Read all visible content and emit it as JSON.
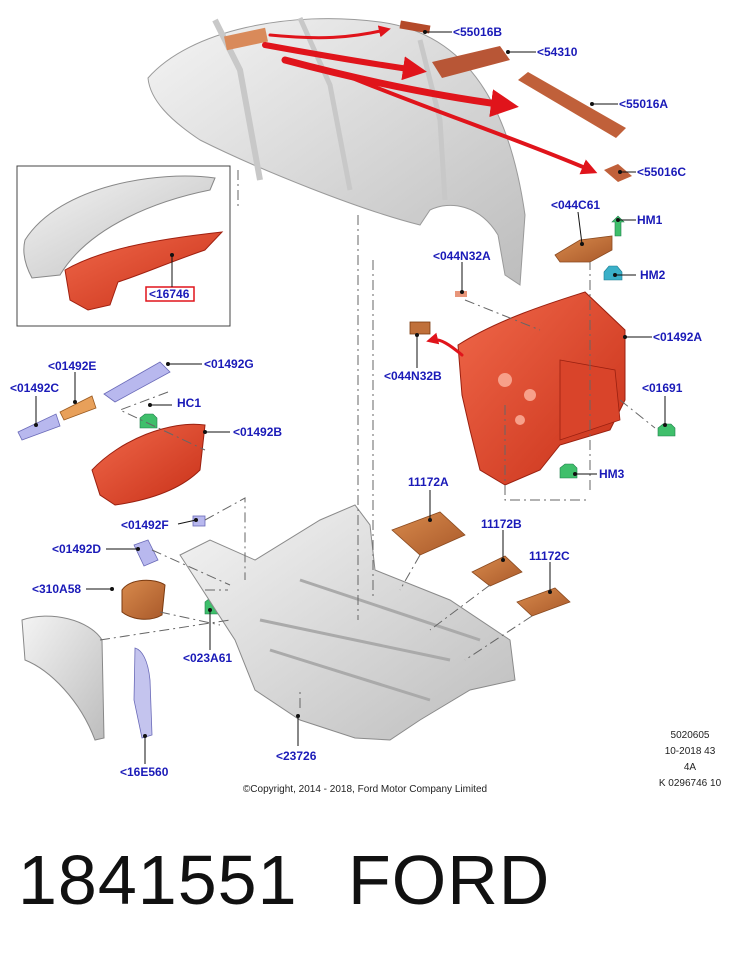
{
  "callouts": {
    "c55016B": "<55016B",
    "c54310": "<54310",
    "c55016A": "<55016A",
    "c55016C": "<55016C",
    "c044C61": "<044C61",
    "cHM1": "HM1",
    "cHM2": "HM2",
    "c044N32A": "<044N32A",
    "c16746": "<16746",
    "c01492A": "<01492A",
    "c044N32B": "<044N32B",
    "c01691": "<01691",
    "cHM3": "HM3",
    "c01492E": "<01492E",
    "c01492G": "<01492G",
    "c01492C": "<01492C",
    "cHC1": "HC1",
    "c01492B": "<01492B",
    "c11172A": "11172A",
    "c11172B": "11172B",
    "c11172C": "11172C",
    "c01492F": "<01492F",
    "c01492D": "<01492D",
    "c310A58": "<310A58",
    "c023A61": "<023A61",
    "c23726": "<23726",
    "c16E560": "<16E560"
  },
  "meta_block": {
    "line1": "5020605",
    "line2": "10-2018 43",
    "line3": "4A",
    "line4": "K 0296746 10"
  },
  "copyright": "©Copyright, 2014 - 2018, Ford Motor Company Limited",
  "footer": {
    "part_number": "1841551",
    "brand": "FORD"
  },
  "colors": {
    "part_red": "#e8452c",
    "arrow_red": "#e0141b",
    "insulation_brown": "#c0703a",
    "callout_blue": "#1a1ab8",
    "clip_green": "#3fbf6b",
    "bracket_violet": "#9a9ae0"
  }
}
